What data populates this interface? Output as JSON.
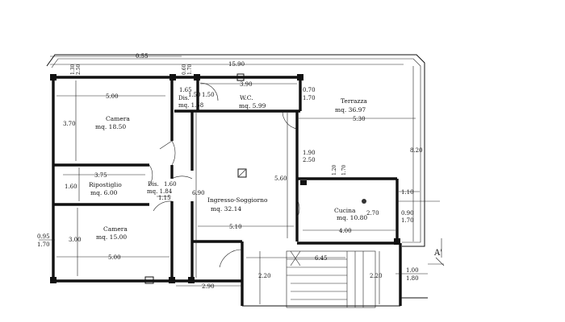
{
  "rooms": {
    "camera_top": {
      "name": "Camera",
      "area": "mq. 18.50"
    },
    "dis_top": {
      "name": "Dis.",
      "area": "mq. 1.58"
    },
    "wc": {
      "name": "W.C.",
      "area": "mq. 5.99"
    },
    "terrazza": {
      "name": "Terrazza",
      "area": "mq. 36.97"
    },
    "ripostiglio": {
      "name": "Ripostiglio",
      "area": "mq. 6.00"
    },
    "dis_mid": {
      "name": "Dis.",
      "area": "mq. 1.84"
    },
    "ingresso": {
      "name": "Ingresso-Soggiorno",
      "area": "mq. 32.14"
    },
    "cucina": {
      "name": "Cucina",
      "area": "mq. 10.80"
    },
    "camera_bottom": {
      "name": "Camera",
      "area": "mq. 15.00"
    }
  },
  "dimensions": {
    "d_055": "0.55",
    "d_130": "1.30",
    "d_250": "2.50",
    "d_060": "0.60",
    "d_170_top": "1.70",
    "d_1590": "15.90",
    "d_500_top": "5.00",
    "d_165": "1.65",
    "d_150_a": "1.50",
    "d_150_b": "1.50",
    "d_390": "3.90",
    "d_070": "0.70",
    "d_170_wc": "1.70",
    "d_370": "3.70",
    "d_530": "5.30",
    "d_820": "8.20",
    "d_190": "1.90",
    "d_250_mid": "2.50",
    "d_120": "1.20",
    "d_170_cu": "1.70",
    "d_375": "3.75",
    "d_160_a": "1.60",
    "d_160_b": "1.60",
    "d_690": "6.90",
    "d_560": "5.60",
    "d_110": "1.10",
    "d_115": "1.15",
    "d_270": "2.70",
    "d_090": "0.90",
    "d_170_r": "1.70",
    "d_300": "3.00",
    "d_095": "0.95",
    "d_170_l": "1.70",
    "d_510": "5.10",
    "d_400": "4.00",
    "d_500_bot": "5.00",
    "d_645": "6.45",
    "d_220_a": "2.20",
    "d_220_b": "2.20",
    "d_100": "1.00",
    "d_180": "1.80",
    "d_290": "2.90"
  },
  "section_mark": "A'"
}
